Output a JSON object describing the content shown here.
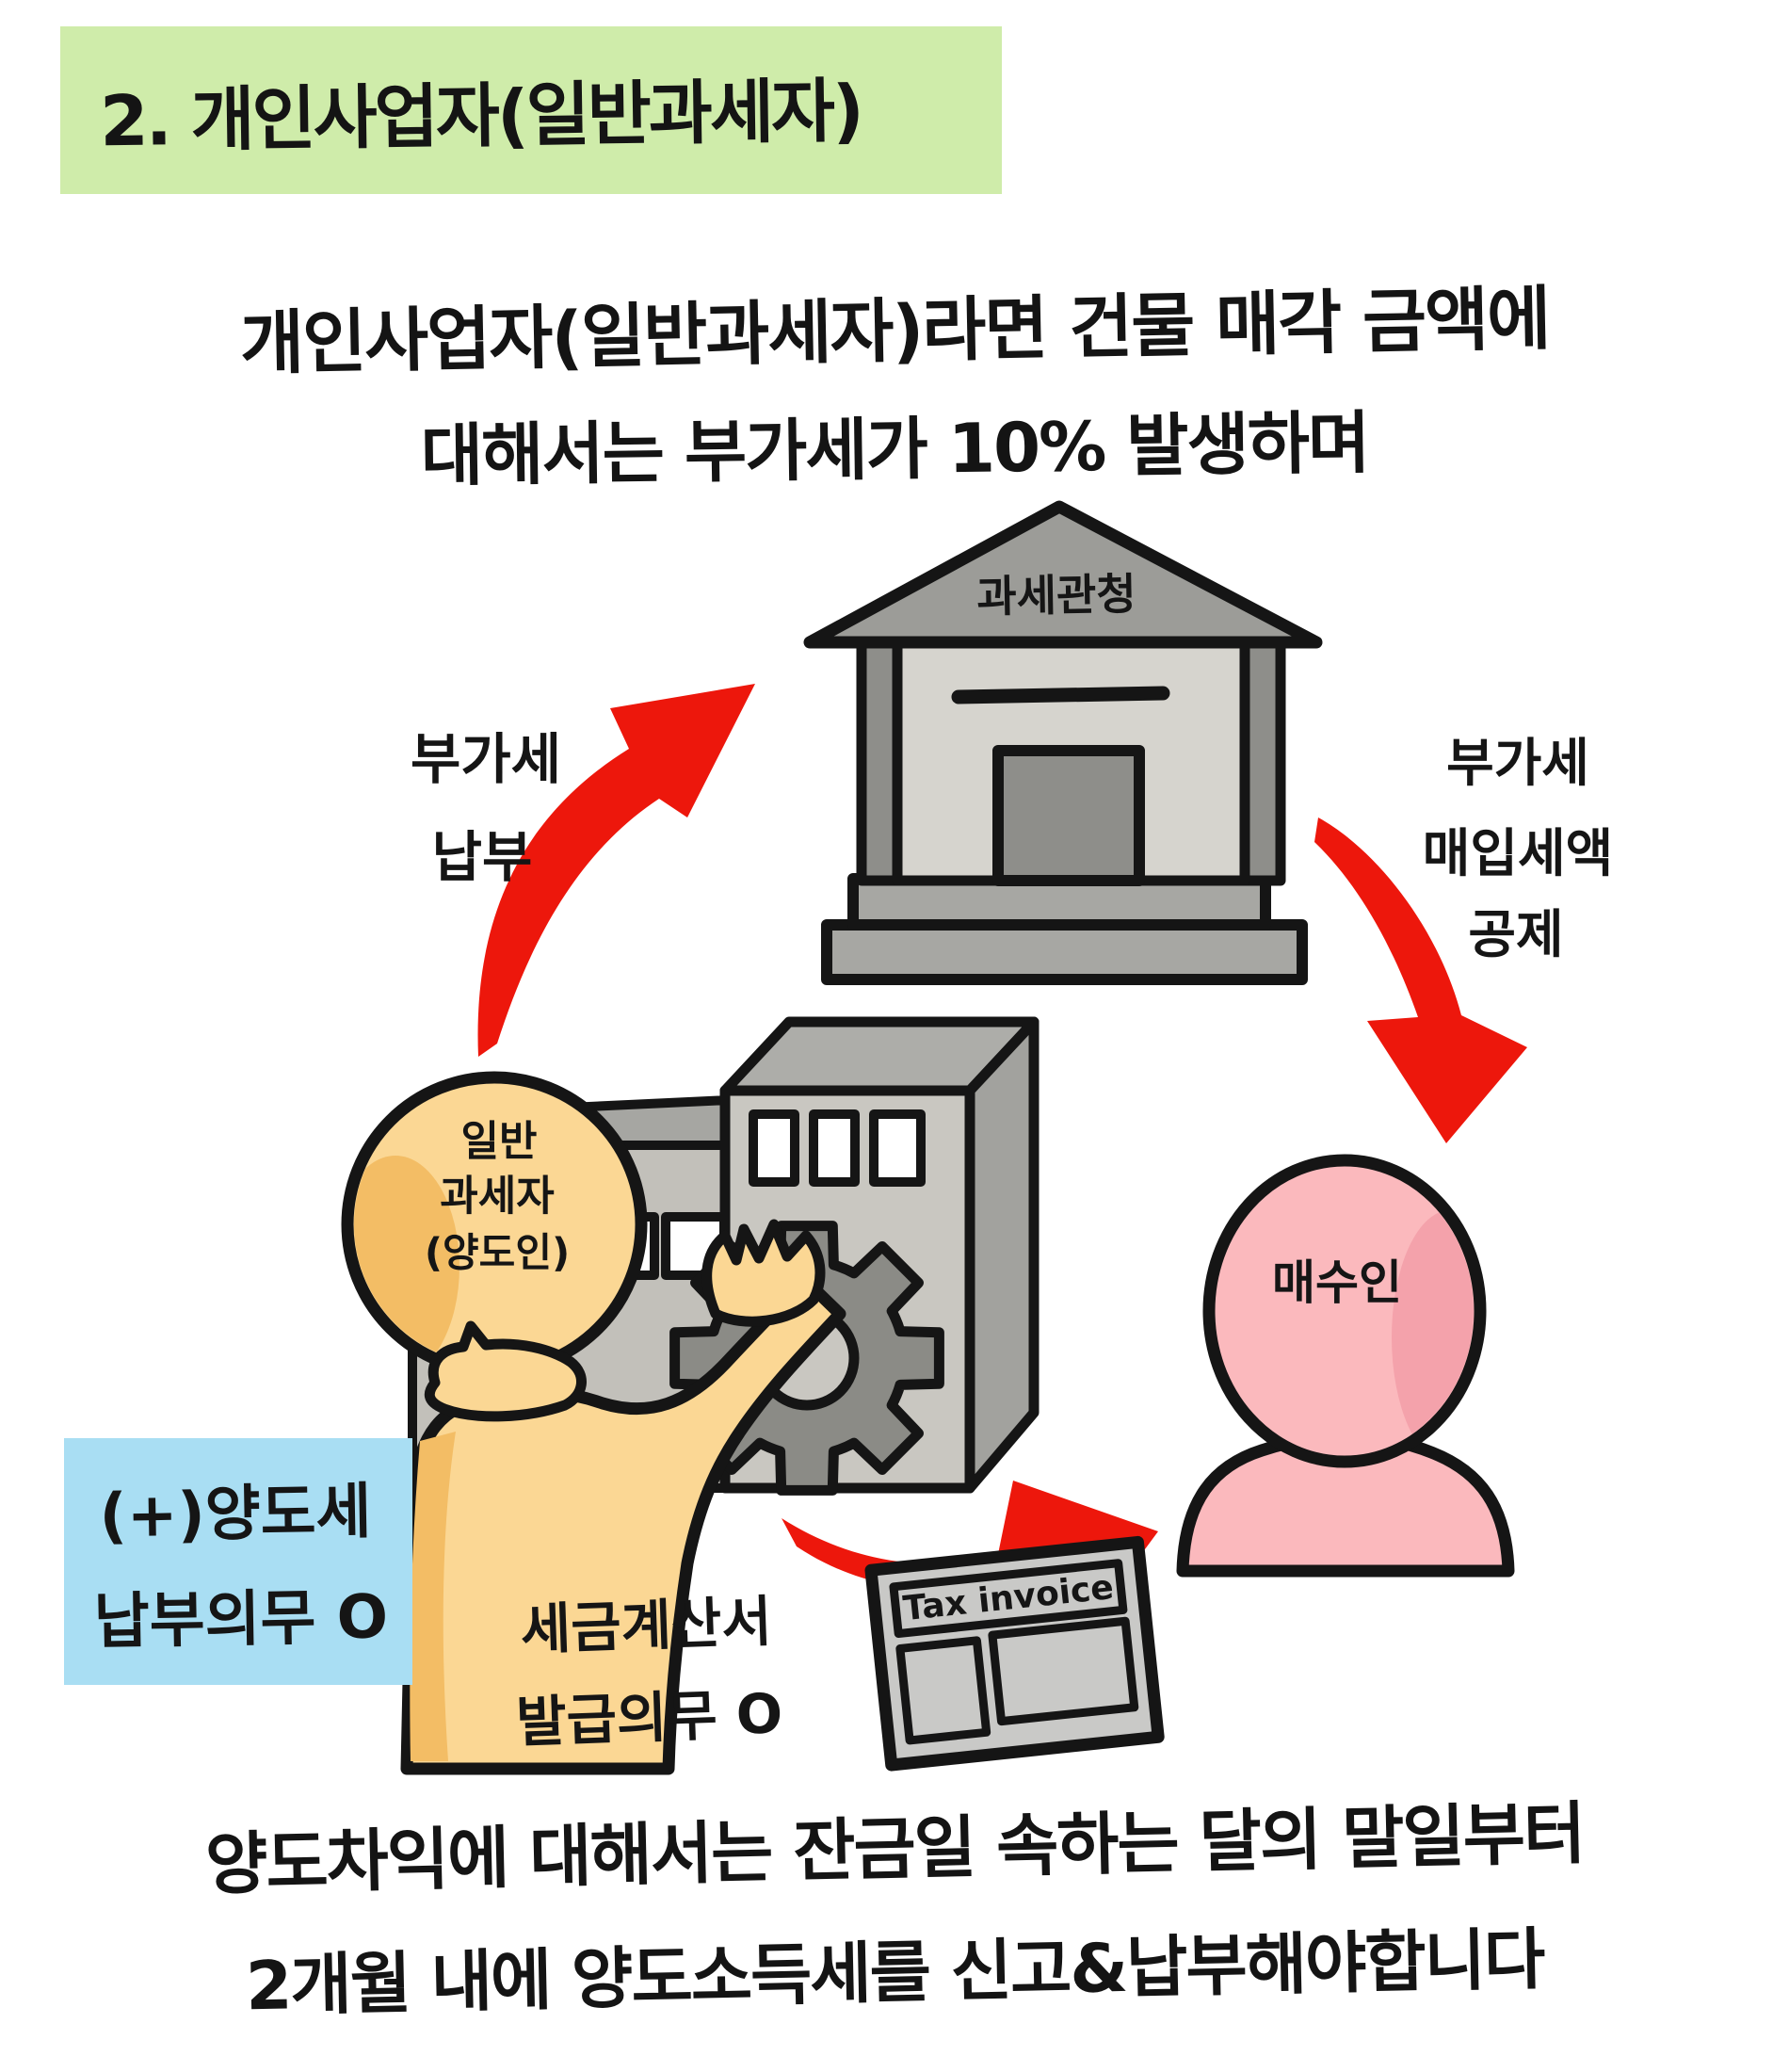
{
  "header": {
    "title": "2. 개인사업자(일반과세자)"
  },
  "intro": {
    "line1": "개인사업자(일반과세자)라면 건물 매각 금액에",
    "line2": "대해서는 부가세가 10% 발생하며"
  },
  "diagram": {
    "tax_office": {
      "label": "과세관청"
    },
    "vat_payment": {
      "line1": "부가세",
      "line2": "납부"
    },
    "vat_deduction": {
      "line1": "부가세",
      "line2": "매입세액",
      "line3": "공제"
    },
    "seller": {
      "line1": "일반",
      "line2": "과세자",
      "line3": "(양도인)"
    },
    "buyer": {
      "label": "매수인"
    },
    "transfer_tax_note": {
      "line1": "(+)양도세",
      "line2": "납부의무 O"
    },
    "invoice_duty": {
      "line1": "세금계산서",
      "line2": "발급의무 O"
    },
    "tax_invoice": {
      "title": "Tax invoice"
    }
  },
  "footer": {
    "line1": "양도차익에 대해서는 잔금일 속하는 달의 말일부터",
    "line2": "2개월 내에 양도소득세를 신고&납부해야합니다"
  },
  "colors": {
    "header_bg": "#cfecaa",
    "note_bg": "#a9def3",
    "arrow_red": "#ed170c",
    "seller_skin": "#fbd794",
    "seller_shade": "#f3bd65",
    "buyer_skin": "#fbb9bd",
    "buyer_shade": "#f4a2ab",
    "building_facade": "#d6d4ce",
    "building_roof": "#9c9c98",
    "building_column": "#8e8e8a",
    "factory_front": "#c9c7c1",
    "gear_gray": "#8b8b86",
    "invoice_gray": "#c9c9c7",
    "ink": "#151515"
  }
}
